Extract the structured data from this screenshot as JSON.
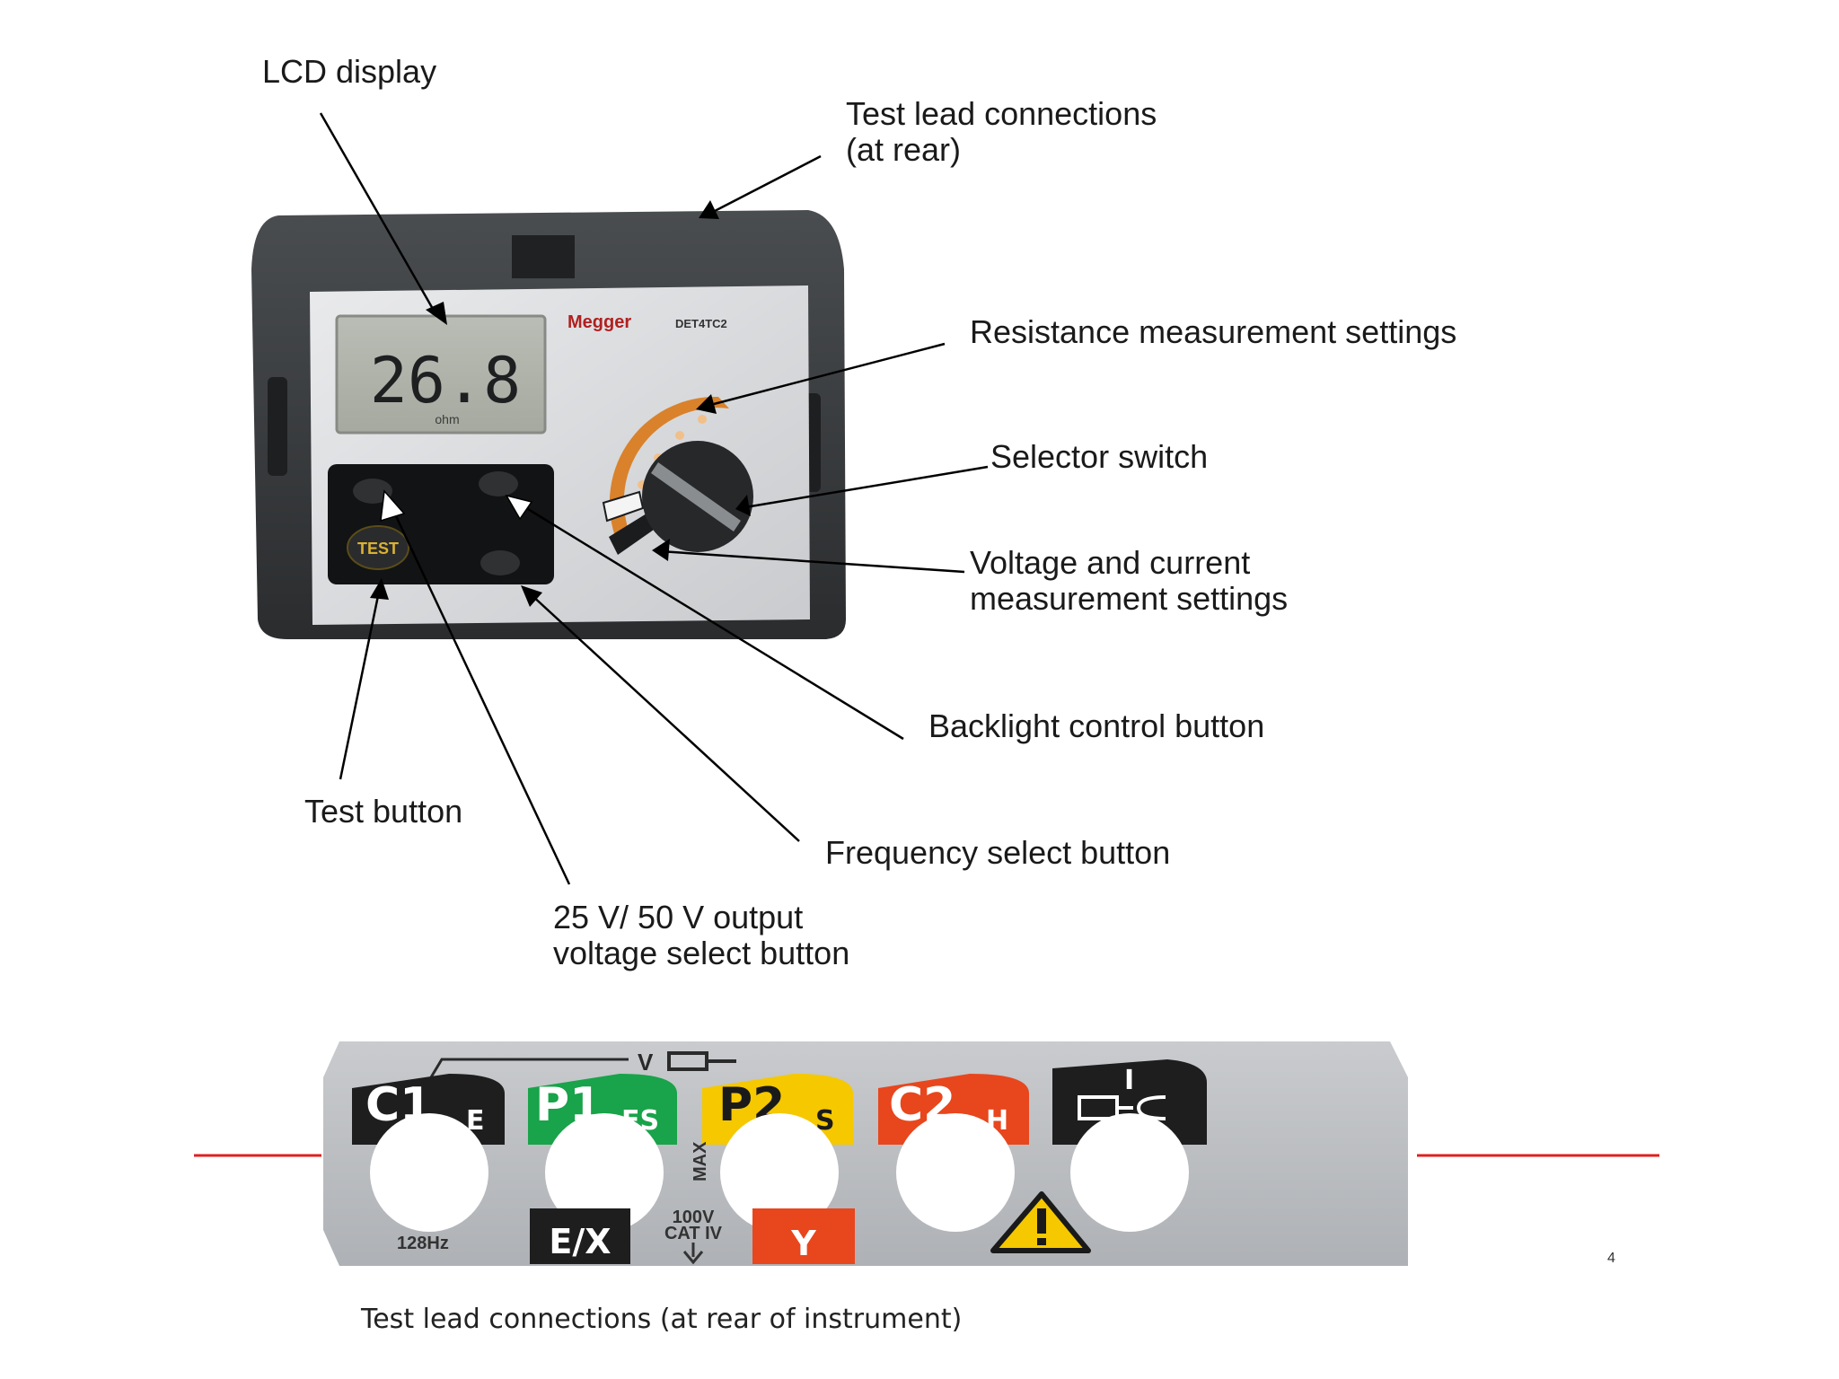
{
  "labels": {
    "lcd_display": "LCD  display",
    "test_lead_line1": "Test lead connections",
    "test_lead_line2": "(at rear)",
    "resistance_settings": "Resistance measurement settings",
    "selector_switch": "Selector switch",
    "voltage_current_line1": "Voltage and current",
    "voltage_current_line2": "measurement settings",
    "backlight_button": "Backlight control button",
    "test_button": "Test button",
    "frequency_button": "Frequency select button",
    "output_voltage_line1": "25 V/ 50 V output",
    "output_voltage_line2": "voltage select button"
  },
  "device": {
    "brand": "Megger",
    "model": "DET4TC2",
    "lcd_reading": "26.8",
    "lcd_unit": "ohm",
    "test_key": "TEST"
  },
  "panel": {
    "bracket_label": "V",
    "terminals": [
      {
        "main": "C1",
        "sub": "E",
        "color": "#1e1e1e"
      },
      {
        "main": "P1",
        "sub": "ES",
        "color": "#19a34a"
      },
      {
        "main": "P2",
        "sub": "S",
        "color": "#f5c800"
      },
      {
        "main": "C2",
        "sub": "H",
        "color": "#e8461d"
      },
      {
        "main": "I",
        "sub": "",
        "color": "#1e1e1e"
      }
    ],
    "freq_label": "128Hz",
    "ex_label": "E/X",
    "max_label": "MAX",
    "cat_line1": "100V",
    "cat_line2": "CAT IV",
    "y_label": "Y"
  },
  "caption": "Test lead connections (at rear of instrument)",
  "page_number": "4",
  "colors": {
    "divider_red": "#e02020",
    "panel_grey": "#b9bcc0",
    "dial_orange": "#d9822b"
  }
}
